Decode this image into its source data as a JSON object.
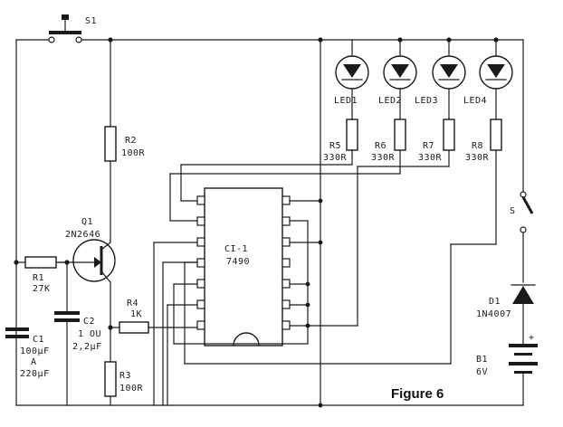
{
  "figure_label": "Figure 6",
  "components": {
    "s1": "S1",
    "s": "S",
    "r1": {
      "name": "R1",
      "value": "27K"
    },
    "r2": {
      "name": "R2",
      "value": "100R"
    },
    "r3": {
      "name": "R3",
      "value": "100R"
    },
    "r4": {
      "name": "R4",
      "value": "1K"
    },
    "r5": {
      "name": "R5",
      "value": "330R"
    },
    "r6": {
      "name": "R6",
      "value": "330R"
    },
    "r7": {
      "name": "R7",
      "value": "330R"
    },
    "r8": {
      "name": "R8",
      "value": "330R"
    },
    "q1": {
      "name": "Q1",
      "part": "2N2646"
    },
    "c1": {
      "name": "C1",
      "line1": "100μF",
      "line2": "A",
      "line3": "220μF"
    },
    "c2": {
      "name": "C2",
      "line1": "1 OU",
      "line2": "2,2μF"
    },
    "ci1": {
      "name": "CI-1",
      "part": "7490"
    },
    "d1": {
      "name": "D1",
      "part": "1N4007"
    },
    "b1": {
      "name": "B1",
      "value": "6V",
      "plus": "+"
    },
    "leds": [
      "LED1",
      "LED2",
      "LED3",
      "LED4"
    ]
  }
}
